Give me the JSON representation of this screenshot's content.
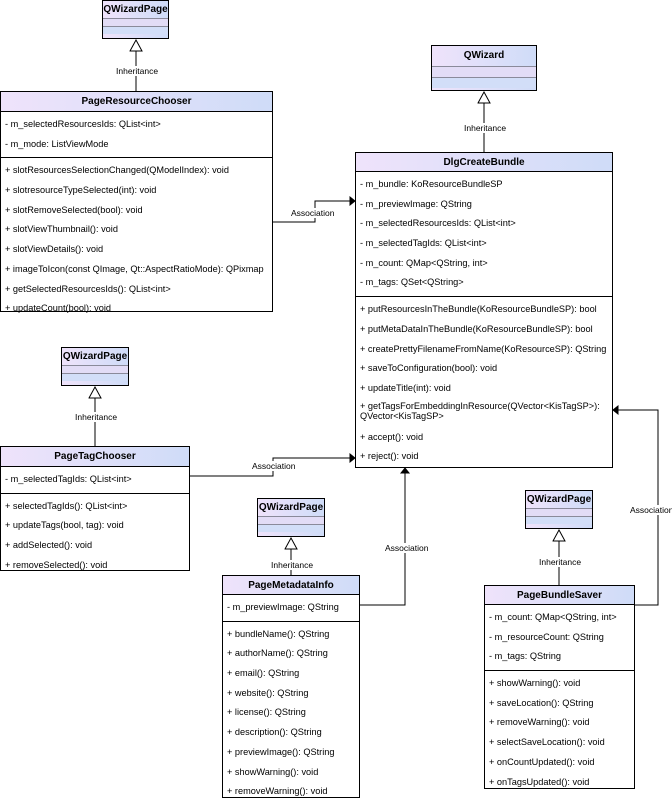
{
  "parent_class": "QWizardPage",
  "wizard_class": "QWizard",
  "relations": {
    "inheritance": "Inheritance",
    "association": "Association"
  },
  "classes": {
    "page_resource_chooser": {
      "name": "PageResourceChooser",
      "attributes": [
        "- m_selectedResourcesIds: QList<int>",
        "- m_mode: ListViewMode"
      ],
      "methods": [
        "+ slotResourcesSelectionChanged(QModelIndex): void",
        "+ slotresourceTypeSelected(int): void",
        "+ slotRemoveSelected(bool): void",
        "+ slotViewThumbnail(): void",
        "+ slotViewDetails(): void",
        "+ imageToIcon(const QImage, Qt::AspectRatioMode): QPixmap",
        "+ getSelectedResourcesIds(): QList<int>",
        "+ updateCount(bool): void"
      ]
    },
    "dlg_create_bundle": {
      "name": "DlgCreateBundle",
      "attributes": [
        "- m_bundle: KoResourceBundleSP",
        "- m_previewImage: QString",
        "- m_selectedResourcesIds: QList<int>",
        "- m_selectedTagIds: QList<int>",
        "- m_count: QMap<QString, int>",
        "- m_tags: QSet<QString>"
      ],
      "methods": [
        "+ putResourcesInTheBundle(KoResourceBundleSP): bool",
        "+ putMetaDataInTheBundle(KoResourceBundleSP): bool",
        "+ createPrettyFilenameFromName(KoResourceSP): QString",
        "+ saveToConfiguration(bool): void",
        "+ updateTitle(int): void",
        "+ getTagsForEmbeddingInResource(QVector<KisTagSP>): QVector<KisTagSP>",
        "+ accept(): void",
        "+ reject(): void"
      ]
    },
    "page_tag_chooser": {
      "name": "PageTagChooser",
      "attributes": [
        "- m_selectedTagIds: QList<int>"
      ],
      "methods": [
        "+ selectedTagIds(): QList<int>",
        "+ updateTags(bool, tag): void",
        "+ addSelected(): void",
        "+ removeSelected(): void"
      ]
    },
    "page_metadata_info": {
      "name": "PageMetadataInfo",
      "attributes": [
        "- m_previewImage: QString"
      ],
      "methods": [
        "+ bundleName(): QString",
        "+ authorName(): QString",
        "+ email(): QString",
        "+ website(): QString",
        "+ license(): QString",
        "+ description(): QString",
        "+ previewImage(): QString",
        "+ showWarning(): void",
        "+ removeWarning(): void"
      ]
    },
    "page_bundle_saver": {
      "name": "PageBundleSaver",
      "attributes": [
        "- m_count: QMap<QString, int>",
        "- m_resourceCount: QString",
        "- m_tags: QString"
      ],
      "methods": [
        "+ showWarning(): void",
        "+ saveLocation(): QString",
        "+ removeWarning(): void",
        "+ selectSaveLocation(): void",
        "+ onCountUpdated(): void",
        "+ onTagsUpdated(): void"
      ]
    }
  }
}
